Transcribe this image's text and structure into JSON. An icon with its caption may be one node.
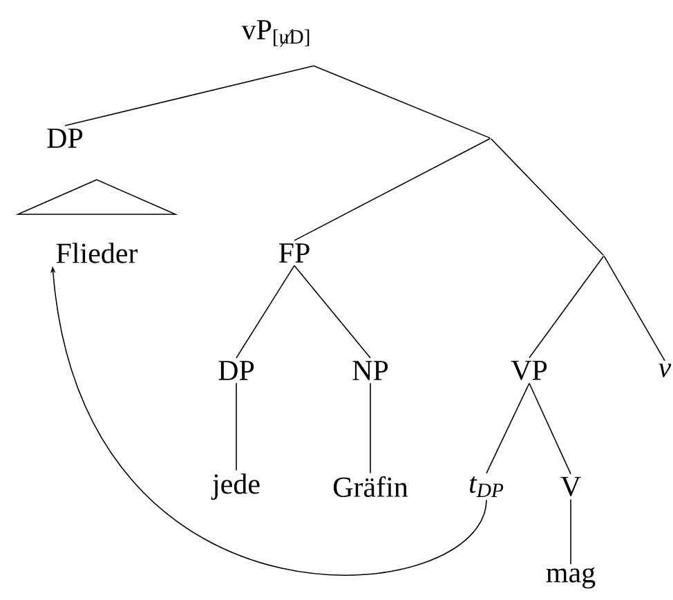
{
  "diagram": {
    "nodes": [
      {
        "text": [
          "vP$_{[uD]}$"
        ]
      },
      {
        "text": [
          "DP"
        ]
      },
      {
        "text": [],
        "shape": "triangle"
      },
      {
        "text": [
          "Flieder"
        ]
      },
      {
        "text": [],
        "shape": "point"
      },
      {
        "text": [
          "FP"
        ]
      },
      {
        "text": [],
        "shape": "point"
      },
      {
        "text": [
          "DP"
        ]
      },
      {
        "text": [
          "NP"
        ]
      },
      {
        "text": [
          "VP"
        ]
      },
      {
        "text": [
          "v"
        ]
      },
      {
        "text": [
          "jede"
        ]
      },
      {
        "text": [
          "Gräfin"
        ]
      },
      {
        "text": [
          "t$_{DP}$"
        ]
      },
      {
        "text": [
          "V"
        ]
      },
      {
        "text": [
          "mag"
        ]
      }
    ],
    "edges": [
      {
        "from": 0,
        "to": 1,
        "arrow": "none"
      },
      {
        "from": 0,
        "to": 4,
        "arrow": "none"
      },
      {
        "from": 4,
        "to": 5,
        "arrow": "none"
      },
      {
        "from": 4,
        "to": 6,
        "arrow": "none"
      },
      {
        "from": 5,
        "to": 7,
        "arrow": "none"
      },
      {
        "from": 5,
        "to": 8,
        "arrow": "none"
      },
      {
        "from": 6,
        "to": 9,
        "arrow": "none"
      },
      {
        "from": 6,
        "to": 10,
        "arrow": "none"
      },
      {
        "from": 7,
        "to": 11,
        "arrow": "none"
      },
      {
        "from": 8,
        "to": 12,
        "arrow": "none"
      },
      {
        "from": 9,
        "to": 13,
        "arrow": "none"
      },
      {
        "from": 9,
        "to": 14,
        "arrow": "none"
      },
      {
        "from": 14,
        "to": 15,
        "arrow": "none"
      },
      {
        "from": 13,
        "to": 3,
        "arrow": "to"
      }
    ]
  }
}
